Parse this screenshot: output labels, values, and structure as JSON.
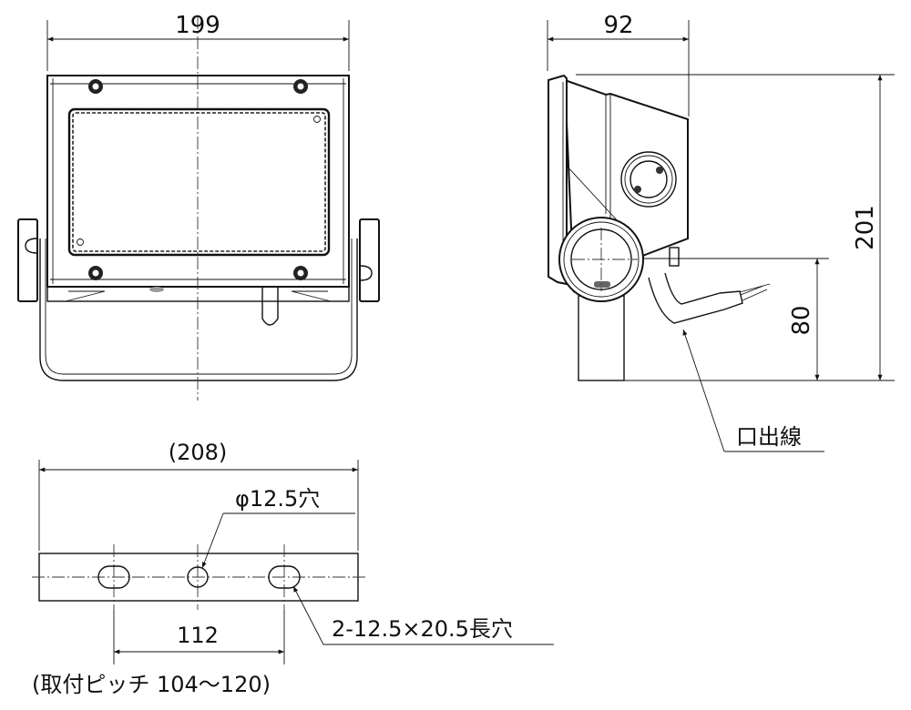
{
  "front_view": {
    "width_dim": "199"
  },
  "side_view": {
    "depth_dim": "92",
    "height_dim": "201",
    "pivot_height_dim": "80",
    "cable_label": "口出線"
  },
  "bracket_view": {
    "overall_dim": "(208)",
    "center_hole_label": "φ12.5穴",
    "slot_label": "2-12.5×20.5長穴",
    "slot_pitch_dim": "112",
    "pitch_note": "(取付ピッチ 104〜120)"
  }
}
